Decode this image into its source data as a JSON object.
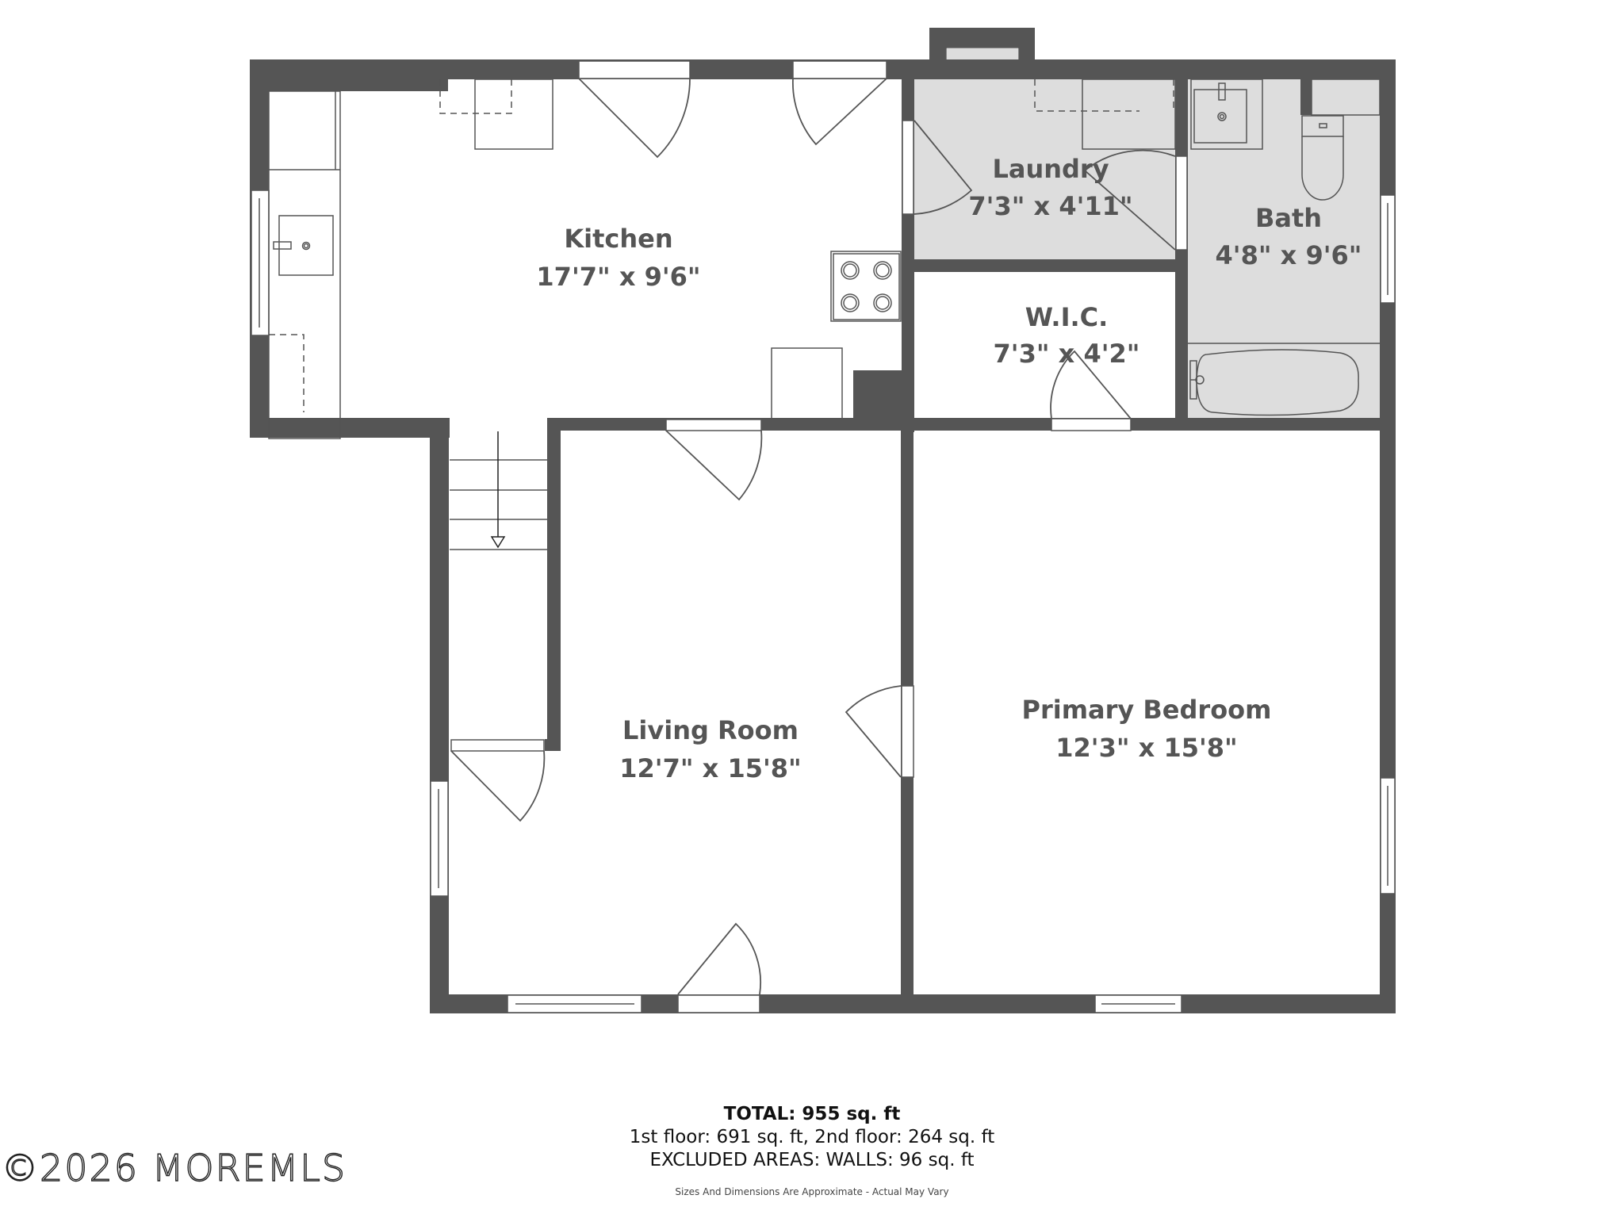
{
  "colors": {
    "wall": "#555555",
    "wet_room_fill": "#dddddd",
    "dry_room_fill": "#ffffff",
    "fixture_stroke": "#555555",
    "label": "#555555"
  },
  "rooms": {
    "kitchen": {
      "name": "Kitchen",
      "dims": "17'7\" x 9'6\""
    },
    "laundry": {
      "name": "Laundry",
      "dims": "7'3\" x 4'11\""
    },
    "bath": {
      "name": "Bath",
      "dims": "4'8\" x 9'6\""
    },
    "wic": {
      "name": "W.I.C.",
      "dims": "7'3\" x 4'2\""
    },
    "living_room": {
      "name": "Living Room",
      "dims": "12'7\" x 15'8\""
    },
    "primary_bedroom": {
      "name": "Primary Bedroom",
      "dims": "12'3\" x 15'8\""
    }
  },
  "fixtures": [
    "kitchen-sink-icon",
    "stove-icon",
    "toilet-icon",
    "bathroom-sink-icon",
    "bathtub-icon",
    "stairs-down-arrow-icon",
    "chimney"
  ],
  "summary": {
    "total": "TOTAL: 955 sq. ft",
    "floors": "1st floor: 691 sq. ft, 2nd floor: 264 sq. ft",
    "excluded": "EXCLUDED AREAS: WALLS: 96 sq. ft",
    "disclaimer": "Sizes And Dimensions Are Approximate - Actual May Vary"
  },
  "watermark": "©2026 MOREMLS"
}
